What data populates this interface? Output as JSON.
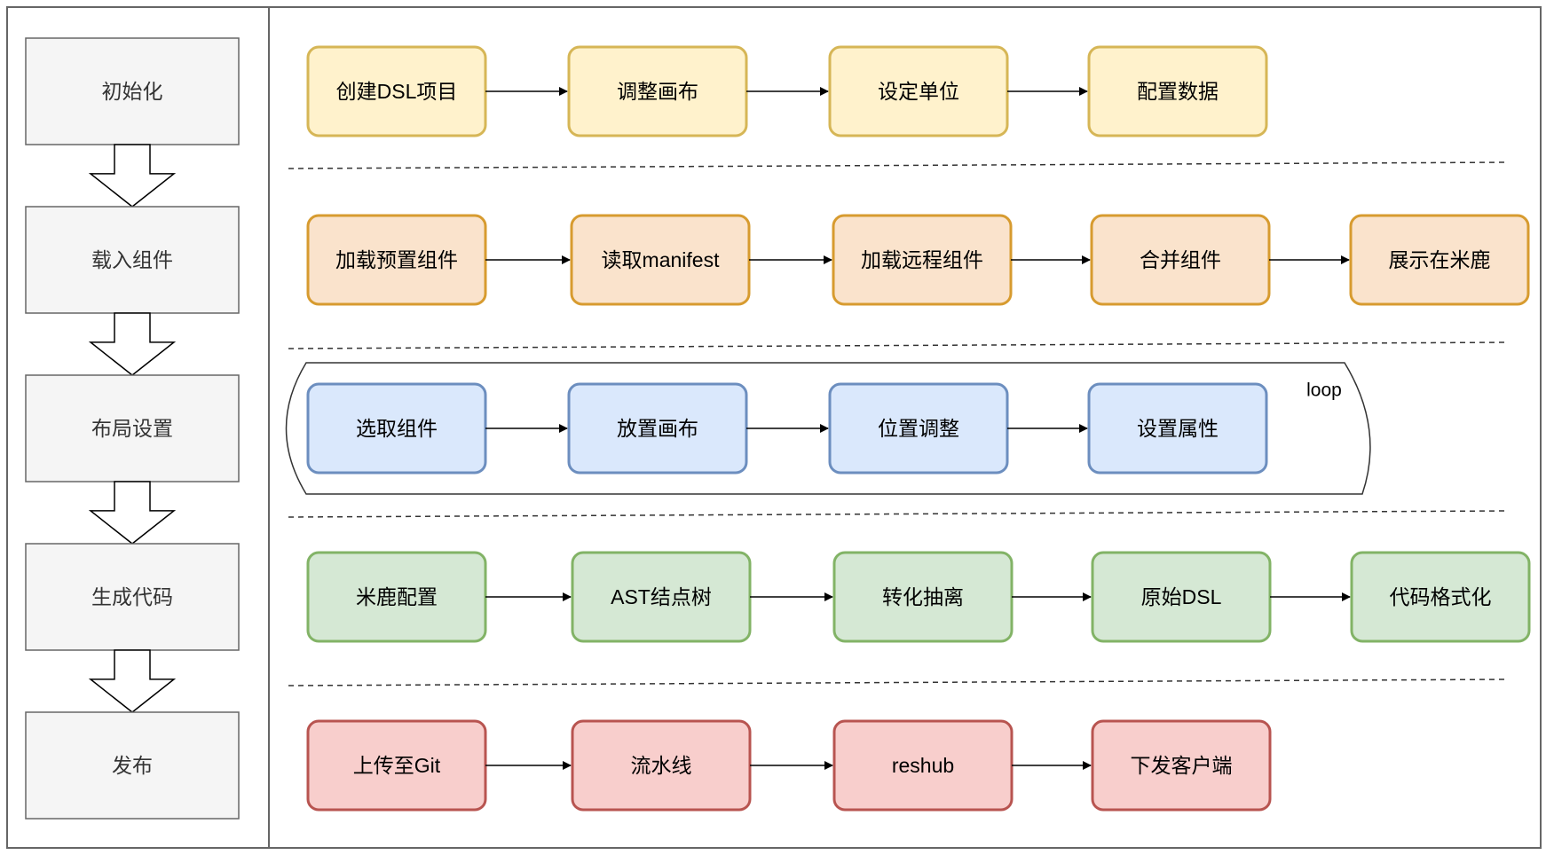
{
  "stages": [
    {
      "label": "初始化"
    },
    {
      "label": "载入组件"
    },
    {
      "label": "布局设置"
    },
    {
      "label": "生成代码"
    },
    {
      "label": "发布"
    }
  ],
  "rows": [
    {
      "stage": "初始化",
      "fill": "#fff2cc",
      "stroke": "#d6b656",
      "steps": [
        "创建DSL项目",
        "调整画布",
        "设定单位",
        "配置数据"
      ]
    },
    {
      "stage": "载入组件",
      "fill": "#fae3cc",
      "stroke": "#d79b2f",
      "steps": [
        "加载预置组件",
        "读取manifest",
        "加载远程组件",
        "合并组件",
        "展示在米鹿"
      ]
    },
    {
      "stage": "布局设置",
      "fill": "#dae8fc",
      "stroke": "#6c8ebf",
      "loop_label": "loop",
      "steps": [
        "选取组件",
        "放置画布",
        "位置调整",
        "设置属性"
      ]
    },
    {
      "stage": "生成代码",
      "fill": "#d5e8d4",
      "stroke": "#82b366",
      "steps": [
        "米鹿配置",
        "AST结点树",
        "转化抽离",
        "原始DSL",
        "代码格式化"
      ]
    },
    {
      "stage": "发布",
      "fill": "#f8cecc",
      "stroke": "#b85450",
      "steps": [
        "上传至Git",
        "流水线",
        "reshub",
        "下发客户端"
      ]
    }
  ],
  "colors": {
    "stage_fill": "#f5f5f5",
    "stage_stroke": "#666666",
    "border": "#666666",
    "separator": "#333333",
    "arrow": "#000000"
  }
}
